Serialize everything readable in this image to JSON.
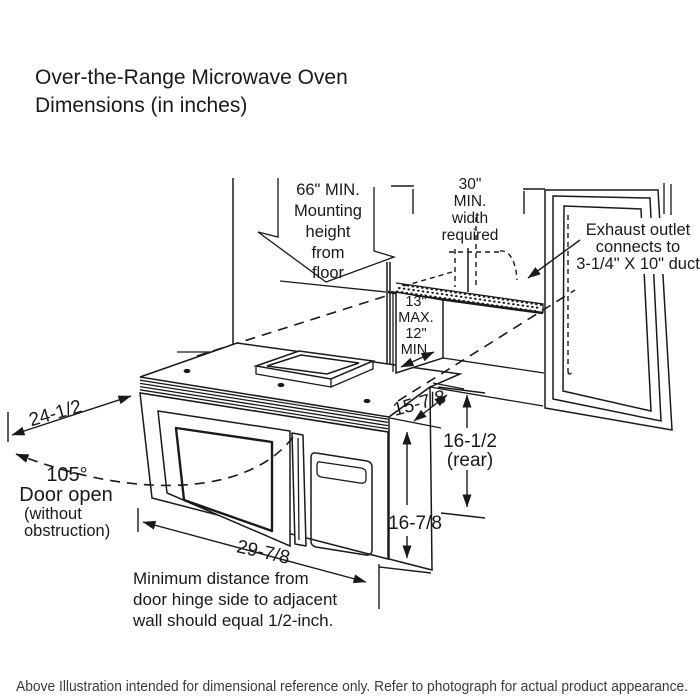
{
  "title": {
    "line1": "Over-the-Range Microwave Oven",
    "line2": "Dimensions (in inches)"
  },
  "labels": {
    "mounting": [
      "66\" MIN.",
      "Mounting",
      "height",
      "from",
      "floor"
    ],
    "width30": [
      "30\"",
      "MIN.",
      "width",
      "required"
    ],
    "exhaust": [
      "Exhaust outlet",
      "connects to",
      "3-1/4\" X 10\" duct"
    ],
    "depth13": [
      "13\"",
      "MAX.",
      "12\"",
      "MIN."
    ],
    "dim_depth_top": "24-1/2",
    "door_angle": "105°",
    "door_open": "Door open",
    "door_note_1": "(without",
    "door_note_2": "obstruction)",
    "dim_top_rear_depth": "15-7/8",
    "dim_rear_height": "16-1/2",
    "dim_rear_height_sub": "(rear)",
    "dim_front_height": "16-7/8",
    "dim_width": "29-7/8",
    "hinge_note": [
      "Minimum distance from",
      "door hinge side to adjacent",
      "wall should equal 1/2-inch."
    ]
  },
  "footer": {
    "disclaimer": "Above Illustration intended for dimensional reference only. Refer to photograph for actual product appearance."
  },
  "colors": {
    "line": "#1a1a1a",
    "background": "#ffffff",
    "footer_text": "#3a3a3a"
  }
}
